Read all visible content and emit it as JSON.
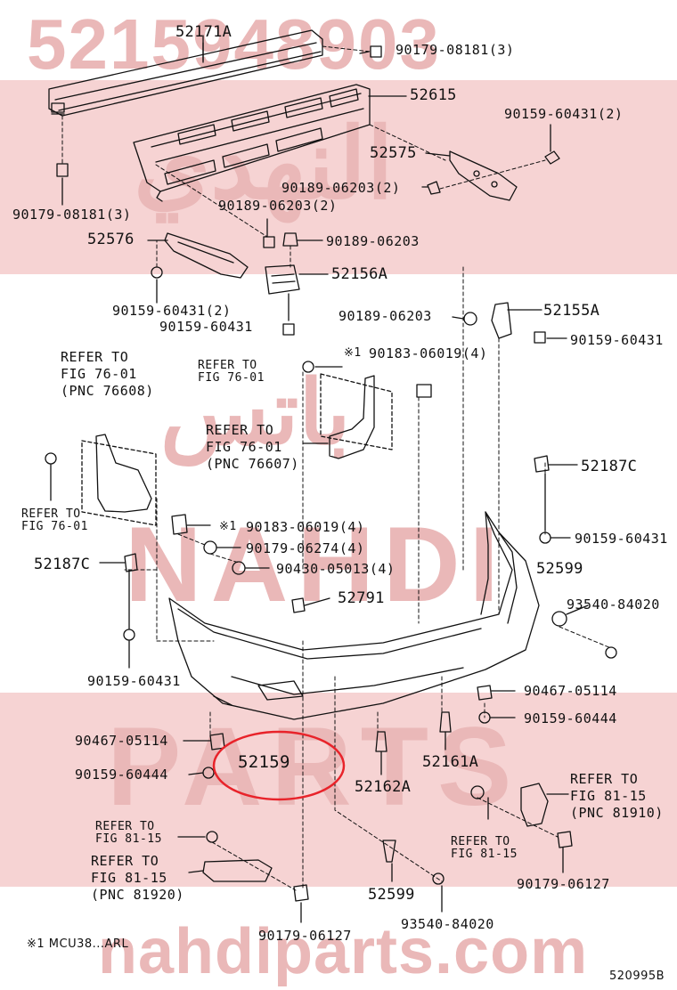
{
  "colors": {
    "watermark_band": "#f6d3d3",
    "watermark_text": "#eab8b8",
    "ink": "#111111",
    "highlight_ring": "#e8232a"
  },
  "watermark": {
    "part_number": "5215948903",
    "arabic_brand": "النهدي",
    "arabic_parts": "باتس",
    "brand_latin": "NAHDI",
    "parts_latin": "PARTS",
    "url": "nahdiparts.com"
  },
  "labels": {
    "p52171A": "52171A",
    "p90179_08181_3_top": "90179-08181(3)",
    "p52615": "52615",
    "p90159_60431_2_right": "90159-60431(2)",
    "p52575": "52575",
    "p90189_06203_2_mid": "90189-06203(2)",
    "p90179_08181_3_left": "90179-08181(3)",
    "p90189_06203_2_low": "90189-06203(2)",
    "p52576": "52576",
    "p90189_06203_a": "90189-06203",
    "p52156A": "52156A",
    "p90159_60431_2_left": "90159-60431(2)",
    "p90159_60431_a": "90159-60431",
    "p90189_06203_b": "90189-06203",
    "p52155A": "52155A",
    "p90159_60431_b": "90159-60431",
    "mark_a": "※1",
    "p90183_06019_4_a": "90183-06019(4)",
    "p52187C_right": "52187C",
    "p90159_60431_c": "90159-60431",
    "mark_b": "※1",
    "p90183_06019_4_b": "90183-06019(4)",
    "p90179_06274_4": "90179-06274(4)",
    "p52187C_left": "52187C",
    "p90430_05013_4": "90430-05013(4)",
    "p52599_a": "52599",
    "p52791": "52791",
    "p93540_84020_a": "93540-84020",
    "p90159_60431_d": "90159-60431",
    "p90467_05114_a": "90467-05114",
    "p90159_60444_a": "90159-60444",
    "p90467_05114_b": "90467-05114",
    "p52159": "52159",
    "p52161A": "52161A",
    "p90159_60444_b": "90159-60444",
    "p52162A": "52162A",
    "p90179_06127_a": "90179-06127",
    "p52599_b": "52599",
    "p93540_84020_b": "93540-84020",
    "p90179_06127_b": "90179-06127",
    "footnote": "※1   MCU38...ARL",
    "figure_id": "520995B"
  },
  "refs": {
    "ref_76608": [
      "REFER TO",
      "FIG 76-01",
      "(PNC 76608)"
    ],
    "ref_76_01_small_top": [
      "REFER TO",
      "FIG 76-01"
    ],
    "ref_76607": [
      "REFER TO",
      "FIG 76-01",
      "(PNC 76607)"
    ],
    "ref_76_01_small_left": [
      "REFER TO",
      "FIG 76-01"
    ],
    "ref_81910": [
      "REFER TO",
      "FIG 81-15",
      "(PNC 81910)"
    ],
    "ref_81_15_small_right": [
      "REFER TO",
      "FIG 81-15"
    ],
    "ref_81_15_small_left": [
      "REFER TO",
      "FIG 81-15"
    ],
    "ref_81920": [
      "REFER TO",
      "FIG 81-15",
      "(PNC 81920)"
    ]
  }
}
